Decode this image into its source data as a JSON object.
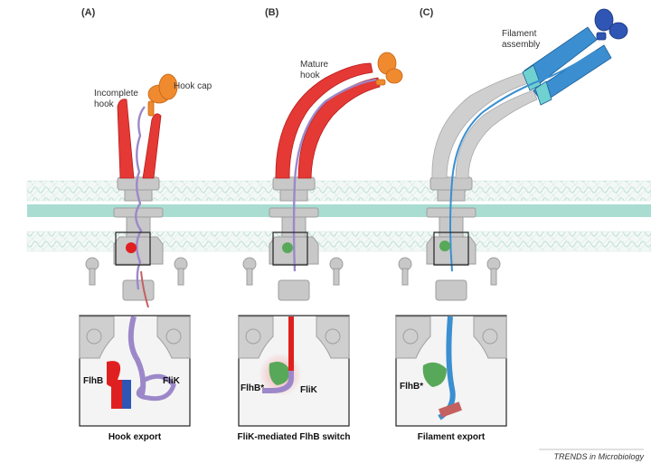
{
  "panels": {
    "a": {
      "letter": "(A)",
      "label_left": "Incomplete hook",
      "label_right": "Hook cap",
      "inset_left": "FlhB",
      "inset_right": "FliK",
      "caption": "Hook export"
    },
    "b": {
      "letter": "(B)",
      "label": "Mature hook",
      "inset_left": "FlhB*",
      "inset_right": "FliK",
      "caption": "FliK-mediated FlhB switch"
    },
    "c": {
      "letter": "(C)",
      "label": "Filament assembly",
      "inset_left": "FlhB*",
      "caption": "Filament export"
    }
  },
  "credit": "TRENDS in Microbiology",
  "colors": {
    "hook": "#e53935",
    "hook_cap": "#ef8a2e",
    "flik": "#9c88c9",
    "flhb_red": "#e02020",
    "flhb_green": "#58a85a",
    "filament": "#3b8fd0",
    "filament_cap": "#2f55b5",
    "membrane": "#a9ddd2",
    "structure_grey": "#c8c8c8"
  }
}
